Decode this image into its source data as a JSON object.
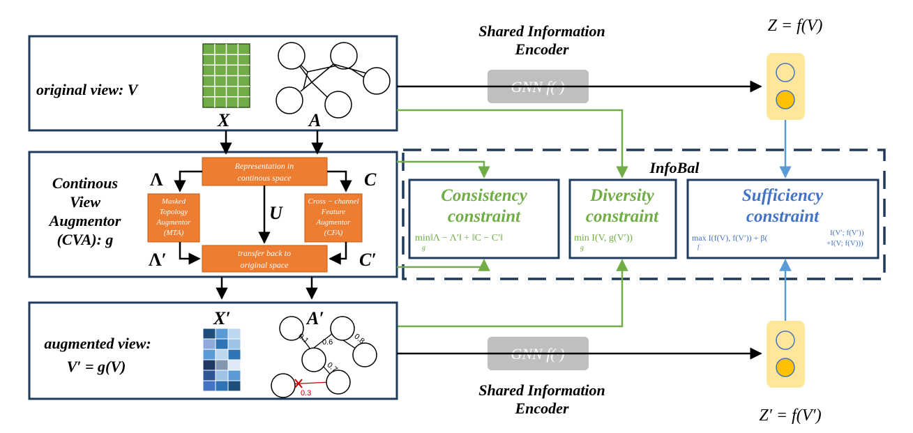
{
  "top_view": {
    "label": "original view: V",
    "x_label": "X",
    "a_label": "A"
  },
  "shared_encoder_top": {
    "title_line1": "Shared Information",
    "title_line2": "Encoder",
    "gnn_label": "GNN f(·)"
  },
  "shared_encoder_bottom": {
    "title_line1": "Shared Information",
    "title_line2": "Encoder",
    "gnn_label": "GNN f(·)"
  },
  "z_top": "Z = f(V)",
  "z_bottom": "Z′ = f(V′)",
  "cva": {
    "title_line1": "Continous",
    "title_line2": "View",
    "title_line3": "Augmentor",
    "title_line4": "(CVA): g",
    "repr_line1": "Representation in",
    "repr_line2": "continous space",
    "mta_line1": "Masked",
    "mta_line2": "Topology",
    "mta_line3": "Augmentor",
    "mta_line4": "(MTA)",
    "cfa_line1": "Cross − channel",
    "cfa_line2": "Feature",
    "cfa_line3": "Augmentor",
    "cfa_line4": "(CFA)",
    "transfer_line1": "transfer back to",
    "transfer_line2": "original space",
    "lambda": "Λ",
    "lambda_prime": "Λ′",
    "c": "C",
    "c_prime": "C′",
    "u": "U"
  },
  "infobal": {
    "title": "InfoBal",
    "consistency_title1": "Consistency",
    "consistency_title2": "constraint",
    "consistency_formula": "min‖Λ − Λ′‖ + ‖C − C′‖",
    "consistency_sub": "g",
    "diversity_title1": "Diversity",
    "diversity_title2": "constraint",
    "diversity_formula": "min I(V, g(V′))",
    "diversity_sub": "g",
    "sufficiency_title1": "Sufficiency",
    "sufficiency_title2": "constraint",
    "sufficiency_formula": "max I(f(V), f(V′)) + β(",
    "sufficiency_sub": "f",
    "sufficiency_top": "I(V′; f(V′))",
    "sufficiency_bottom": "+I(V; f(V)))"
  },
  "bottom_view": {
    "label_line1": "augmented view:",
    "label_line2": "V′ = g(V)",
    "x_label": "X′",
    "a_label": "A′",
    "edge_weights": [
      "0.1",
      "0.6",
      "0.8",
      "0.7",
      "0.3"
    ]
  },
  "colors": {
    "box_border": "#1f3a5a",
    "orange": "#ed7d31",
    "green": "#70ad47",
    "blue_title": "#4472c4",
    "arrow_blue": "#5b9bd5",
    "gray": "#bfbfbf",
    "grid_green": "#70ad47",
    "node_yellow": "#ffc000",
    "panel_yellow": "#ffe699"
  }
}
